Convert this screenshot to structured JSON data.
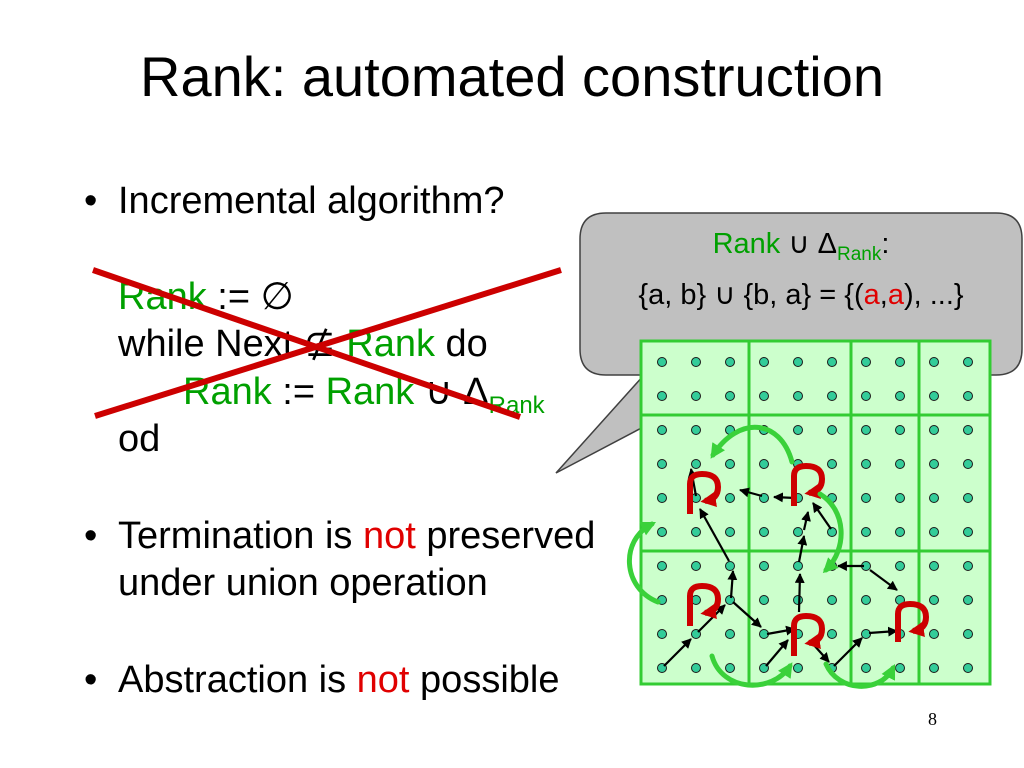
{
  "slide": {
    "title": "Rank: automated construction",
    "page_number": "8"
  },
  "bullets": {
    "marker": "•",
    "item1": "Incremental algorithm?",
    "item2": {
      "pre": "Termination is",
      "emph": "not",
      "post": "preserved",
      "line2": "under union operation"
    },
    "item3": {
      "pre": "Abstraction is",
      "emph": "not",
      "post": "possible"
    }
  },
  "algorithm": {
    "crossed_out": true,
    "line1": {
      "rank": "Rank",
      "rest": ":= ∅"
    },
    "line2": {
      "pre": "while Next",
      "op": "⊈",
      "rank": "Rank",
      "post": "do"
    },
    "line3": {
      "rank1": "Rank",
      "assign": ":=",
      "rank2": "Rank",
      "union": "∪ Δ",
      "sub": "Rank"
    },
    "line4": "od"
  },
  "callout": {
    "line1": {
      "rank": "Rank",
      "union": "∪ Δ",
      "sub": "Rank",
      "colon": ":"
    },
    "line2": {
      "pre": "{a, b} ∪ {b, a} = {(",
      "a1": "a",
      "sep": ",",
      "a2": "a",
      "post": "), ...}"
    }
  },
  "colors": {
    "text": "#000000",
    "keyword_green": "#00a000",
    "emphasis_red": "#e00000",
    "strike_red": "#cc0000",
    "callout_fill": "#c0c0c0",
    "callout_stroke": "#404040",
    "grid_fill": "#ccffcc",
    "grid_line": "#33cc33",
    "dot_fill": "#33cc99",
    "dot_stroke": "#1a1a1a",
    "transition_arrow": "#000000",
    "self_loop": "#cc0000",
    "abstract_arrow": "#3ad13a"
  }
}
